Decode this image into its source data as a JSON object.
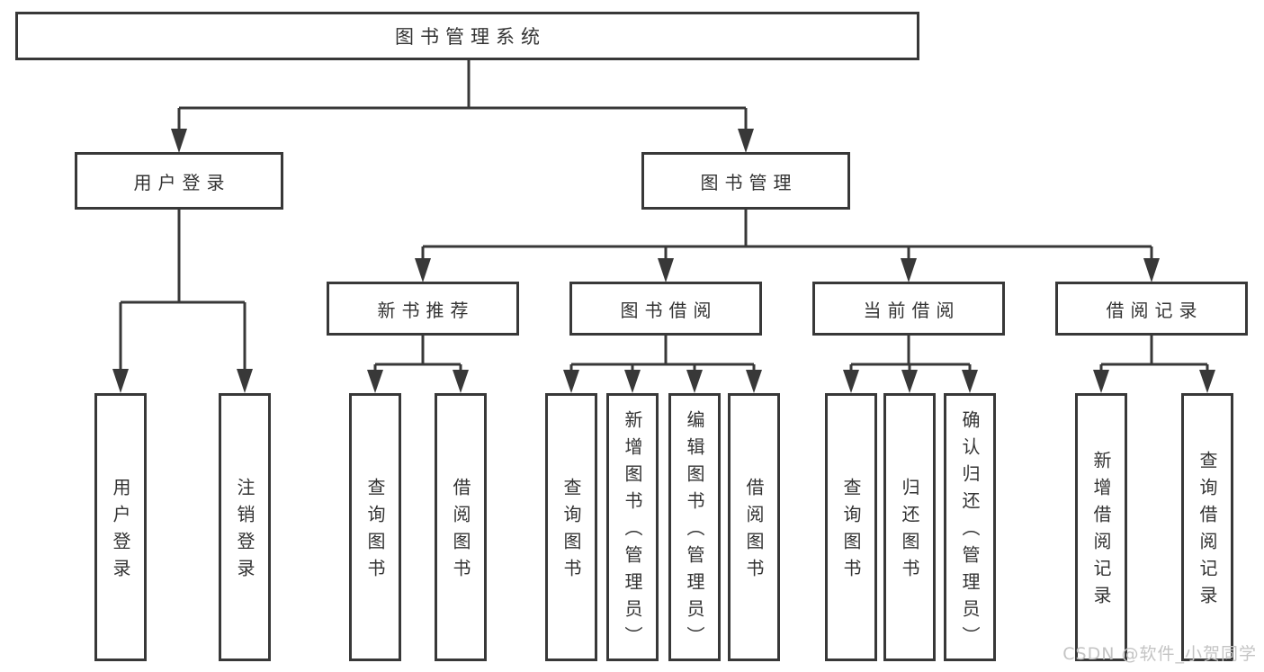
{
  "diagram": {
    "root": {
      "label": "图书管理系统"
    },
    "branches": [
      {
        "label": "用户登录",
        "children": [
          {
            "label": "用户登录"
          },
          {
            "label": "注销登录"
          }
        ]
      },
      {
        "label": "图书管理",
        "sections": [
          {
            "label": "新书推荐",
            "children": [
              {
                "label": "查询图书"
              },
              {
                "label": "借阅图书"
              }
            ]
          },
          {
            "label": "图书借阅",
            "children": [
              {
                "label": "查询图书"
              },
              {
                "label": "新增图书（管理员）"
              },
              {
                "label": "编辑图书（管理员）"
              },
              {
                "label": "借阅图书"
              }
            ]
          },
          {
            "label": "当前借阅",
            "children": [
              {
                "label": "查询图书"
              },
              {
                "label": "归还图书"
              },
              {
                "label": "确认归还（管理员）"
              }
            ]
          },
          {
            "label": "借阅记录",
            "children": [
              {
                "label": "新增借阅记录"
              },
              {
                "label": "查询借阅记录"
              }
            ]
          }
        ]
      }
    ]
  },
  "watermark": {
    "text": "CSDN @软件_小贺同学"
  },
  "colors": {
    "line": "#383838",
    "text": "#333333",
    "background": "#ffffff",
    "watermark": "#c4c4c4"
  }
}
